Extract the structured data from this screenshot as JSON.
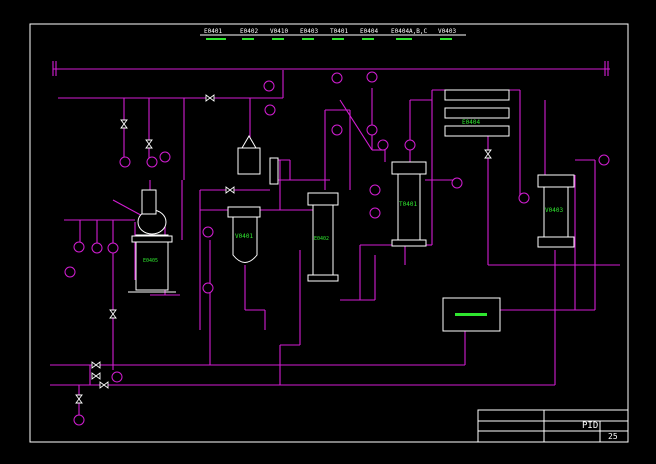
{
  "header_equipment": [
    "E0401",
    "E0402",
    "V0410",
    "E0403",
    "T0401",
    "E0404",
    "E0404A,B,C",
    "V0403"
  ],
  "vessels": {
    "e0405_label": "E0405",
    "v0401_label": "V0401",
    "e0402_label": "E0402",
    "t0401_label": "T0401",
    "e0404_label": "E0404",
    "v0403_label": "V0403"
  },
  "title_block": {
    "drawing_title": "PID",
    "sheet_number": "25"
  },
  "colors": {
    "pipe": "#d21dd2",
    "frame": "#ffffff",
    "label": "#2fe62f",
    "background": "#000000"
  }
}
